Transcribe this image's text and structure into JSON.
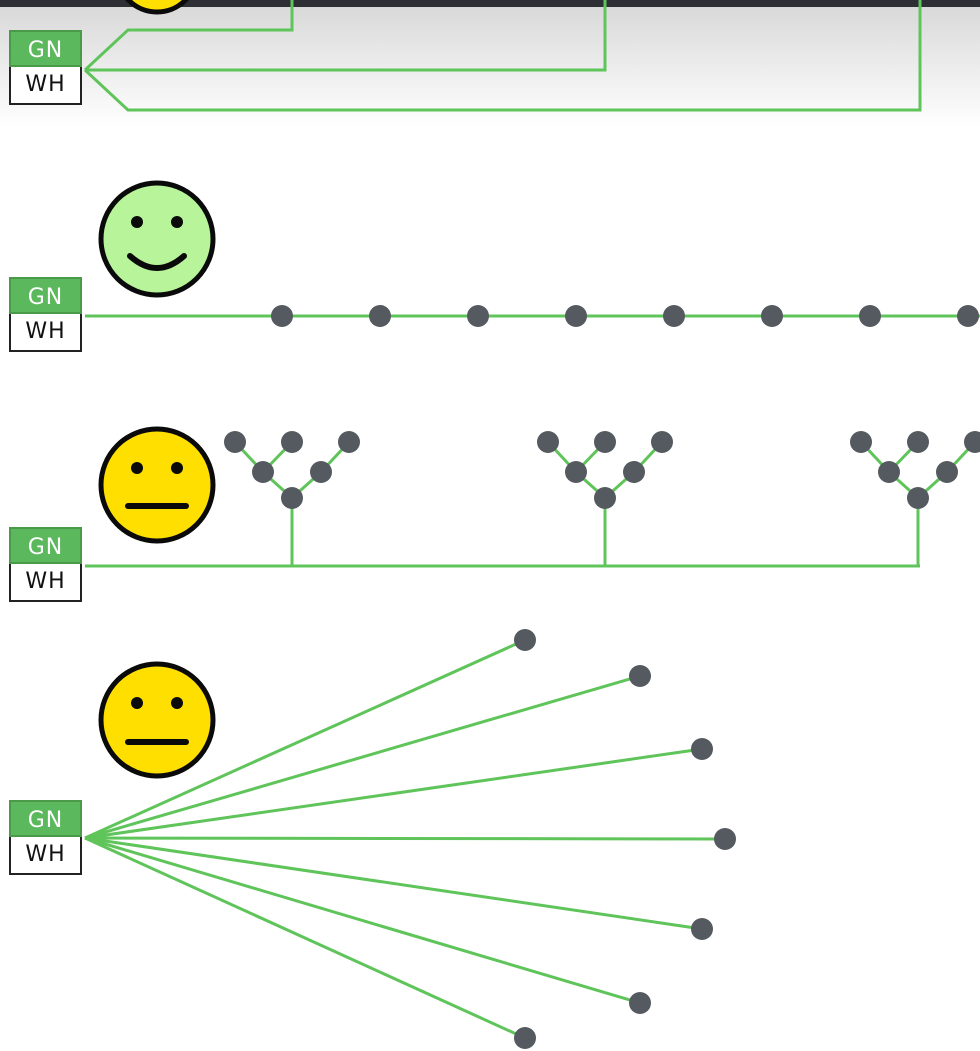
{
  "colors": {
    "wire": "#5fc45a",
    "node": "#555a60",
    "terminal_green": "#5cb85c",
    "face_happy": "#b8f59a",
    "face_neutral": "#ffdf00",
    "face_outline": "#0a0a0a",
    "topbar": "#2c2f33"
  },
  "terminal": {
    "green_label": "GN",
    "white_label": "WH"
  },
  "rows": [
    {
      "topology": "star",
      "face": "partial",
      "terminal_labels": [
        "GN",
        "WH"
      ]
    },
    {
      "topology": "daisy-chain",
      "face": "happy",
      "node_count": 8,
      "terminal_labels": [
        "GN",
        "WH"
      ]
    },
    {
      "topology": "tree",
      "face": "neutral",
      "branch_count": 3,
      "terminal_labels": [
        "GN",
        "WH"
      ]
    },
    {
      "topology": "radial",
      "face": "neutral",
      "spoke_count": 7,
      "terminal_labels": [
        "GN",
        "WH"
      ]
    }
  ]
}
